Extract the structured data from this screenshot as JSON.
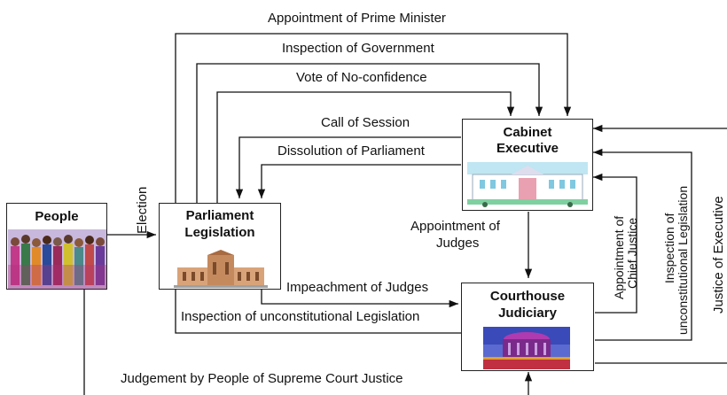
{
  "nodes": {
    "people": {
      "title": "People",
      "image": "people-crowd-image"
    },
    "parliament": {
      "title_line1": "Parliament",
      "title_line2": "Legislation",
      "image": "parliament-building-image"
    },
    "cabinet": {
      "title_line1": "Cabinet",
      "title_line2": "Executive",
      "image": "cabinet-building-image"
    },
    "courthouse": {
      "title_line1": "Courthouse",
      "title_line2": "Judiciary",
      "image": "courthouse-building-image"
    }
  },
  "edges": {
    "appointment_pm": "Appointment of Prime Minister",
    "inspection_government": "Inspection of Government",
    "vote_no_confidence": "Vote of No-confidence",
    "call_of_session": "Call of Session",
    "dissolution": "Dissolution of Parliament",
    "election": "Election",
    "appointment_judges_line1": "Appointment of",
    "appointment_judges_line2": "Judges",
    "impeachment": "Impeachment of Judges",
    "inspection_unconstitutional": "Inspection of unconstitutional Legislation",
    "judgement_by_people": "Judgement by People of Supreme Court Justice",
    "appointment_chief_justice_line1": "Appointment of",
    "appointment_chief_justice_line2": "Chief Justice",
    "inspection_unconst_v_line1": "Inspection of",
    "inspection_unconst_v_line2": "unconstitutional Legislation",
    "justice_of_executive": "Justice of Executive"
  }
}
